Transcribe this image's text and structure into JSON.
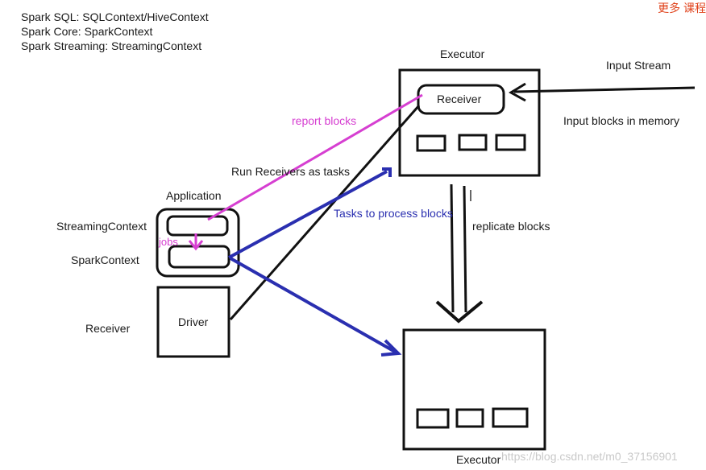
{
  "header_lines": [
    "Spark SQL: SQLContext/HiveContext",
    "Spark Core: SparkContext",
    "Spark Streaming: StreamingContext"
  ],
  "top_executor": {
    "label": "Executor",
    "receiver": "Receiver"
  },
  "bottom_executor": {
    "label": "Executor"
  },
  "input_stream": "Input Stream",
  "input_blocks": "Input blocks in memory",
  "report_blocks": "report blocks",
  "run_receivers": "Run Receivers as tasks",
  "tasks_to_process": "Tasks to process blocks",
  "replicate_blocks": "replicate blocks",
  "application": {
    "label": "Application",
    "streaming_context": "StreamingContext",
    "spark_context": "SparkContext",
    "jobs": "jobs"
  },
  "driver": "Driver",
  "receiver_left": "Receiver",
  "watermark": "https://blog.csdn.net/m0_37156901",
  "corner_text": "更多 课程",
  "colors": {
    "pink": "#d63fd1",
    "blue": "#2a2fb0",
    "black": "#111111"
  }
}
